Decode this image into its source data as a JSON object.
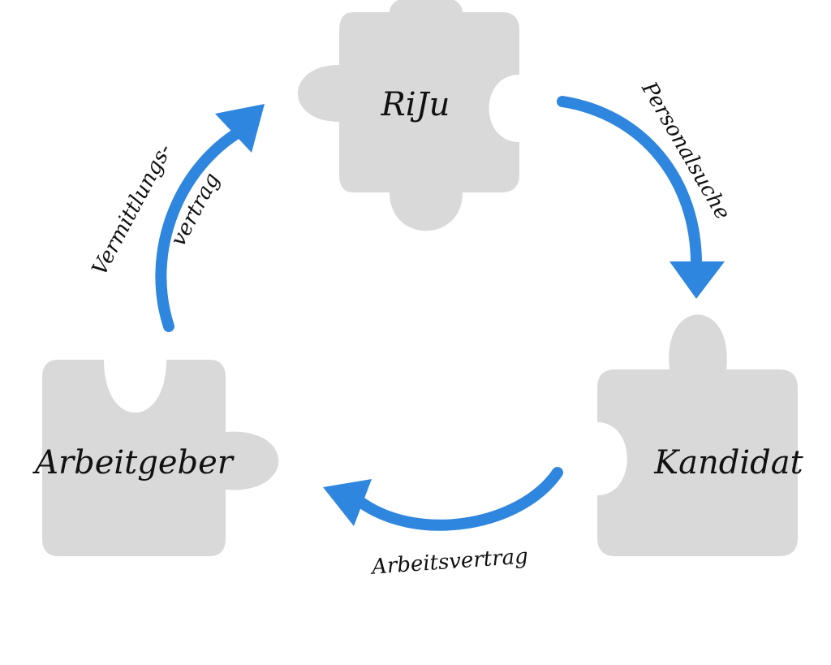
{
  "nodes": {
    "riju": {
      "label": "RiJu"
    },
    "kandidat": {
      "label": "Kandidat"
    },
    "arbeitgeber": {
      "label": "Arbeitgeber"
    }
  },
  "edges": {
    "personalsuche": {
      "label": "Personalsuche"
    },
    "arbeitsvertrag": {
      "label": "Arbeitsvertrag"
    },
    "vermittlungsvertrag": {
      "line1": "Vermittlungs-",
      "line2": "vertrag"
    }
  },
  "colors": {
    "arrow": "#2f86de",
    "piece": "#d9d9d9",
    "text": "#111111"
  }
}
